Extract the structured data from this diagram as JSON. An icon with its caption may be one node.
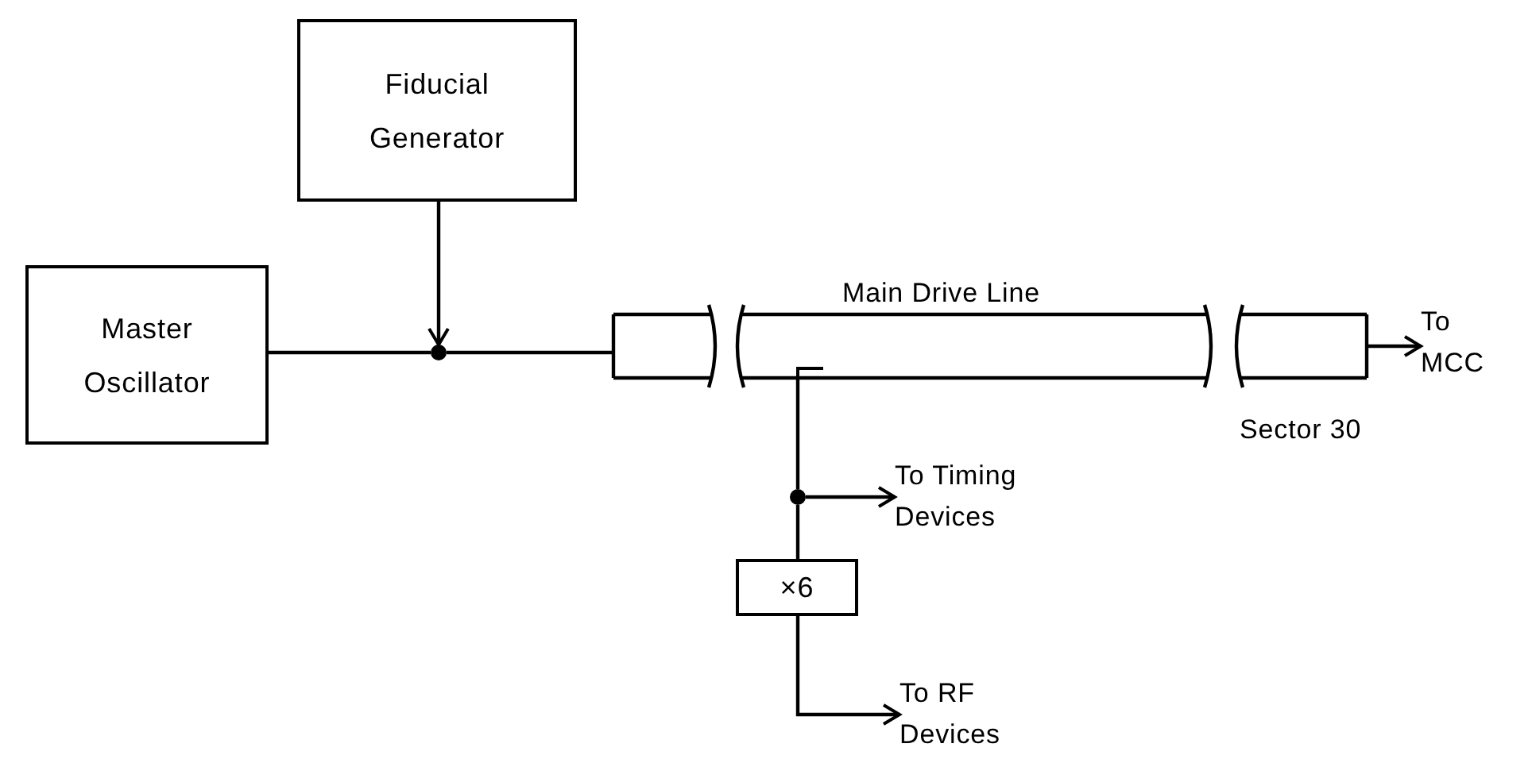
{
  "diagram": {
    "nodes": [
      {
        "text": [
          "Fiducial Generator"
        ]
      },
      {
        "text": [
          "Master Oscillator"
        ]
      },
      {
        "text": [],
        "shape": "circle"
      },
      {
        "text": [
          "Main Drive Line"
        ]
      },
      {
        "text": [
          "To MCC"
        ]
      },
      {
        "text": [],
        "shape": "circle"
      },
      {
        "text": [
          "To Timing Devices"
        ]
      },
      {
        "text": [
          "×6"
        ]
      },
      {
        "text": [
          "To RF Devices"
        ]
      }
    ],
    "edges": [
      {
        "from": 0,
        "to": 2,
        "arrow": "to"
      },
      {
        "from": 1,
        "to": 2,
        "arrow": "none"
      },
      {
        "from": 2,
        "to": 3,
        "arrow": "none"
      },
      {
        "from": 3,
        "to": 4,
        "arrow": "to"
      },
      {
        "from": 3,
        "to": 5,
        "arrow": "none"
      },
      {
        "from": 5,
        "to": 6,
        "arrow": "to"
      },
      {
        "from": 5,
        "to": 7,
        "arrow": "none"
      },
      {
        "from": 7,
        "to": 8,
        "arrow": "to"
      }
    ],
    "labels": [
      "Sector 30"
    ]
  }
}
